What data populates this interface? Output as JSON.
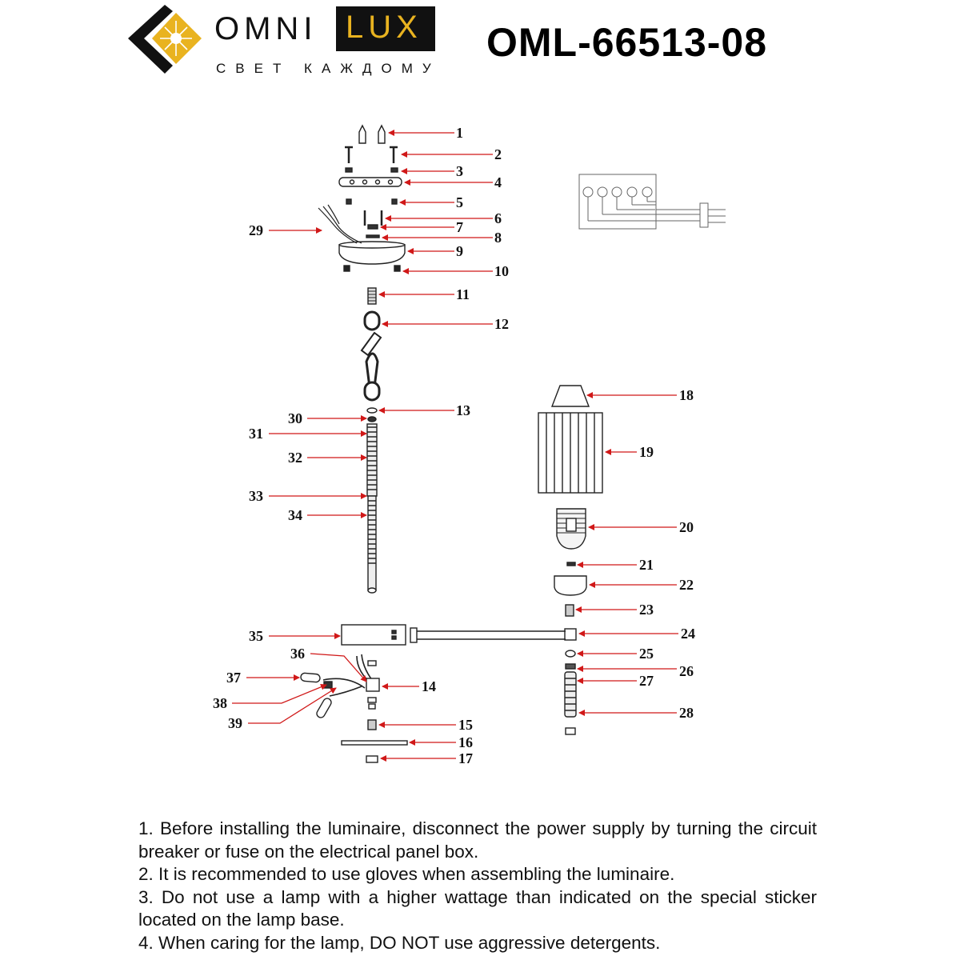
{
  "brand": {
    "name_part1": "OMNI",
    "name_part2": "LUX",
    "tagline": "СВЕТ КАЖДОМУ",
    "accent_color": "#e9b320",
    "logo_icon": "chevron-sun-logo-icon"
  },
  "model": "OML-66513-08",
  "callouts": [
    {
      "num": "1"
    },
    {
      "num": "2"
    },
    {
      "num": "3"
    },
    {
      "num": "4"
    },
    {
      "num": "5"
    },
    {
      "num": "6"
    },
    {
      "num": "7"
    },
    {
      "num": "8"
    },
    {
      "num": "9"
    },
    {
      "num": "10"
    },
    {
      "num": "11"
    },
    {
      "num": "12"
    },
    {
      "num": "13"
    },
    {
      "num": "14"
    },
    {
      "num": "15"
    },
    {
      "num": "16"
    },
    {
      "num": "17"
    },
    {
      "num": "18"
    },
    {
      "num": "19"
    },
    {
      "num": "20"
    },
    {
      "num": "21"
    },
    {
      "num": "22"
    },
    {
      "num": "23"
    },
    {
      "num": "24"
    },
    {
      "num": "25"
    },
    {
      "num": "26"
    },
    {
      "num": "27"
    },
    {
      "num": "28"
    },
    {
      "num": "29"
    },
    {
      "num": "30"
    },
    {
      "num": "31"
    },
    {
      "num": "32"
    },
    {
      "num": "33"
    },
    {
      "num": "34"
    },
    {
      "num": "35"
    },
    {
      "num": "36"
    },
    {
      "num": "37"
    },
    {
      "num": "38"
    },
    {
      "num": "39"
    }
  ],
  "arrow_color": "#d01818",
  "notes": [
    "1. Before installing the luminaire, disconnect the power supply by turning the circuit breaker or fuse on the electrical panel box.",
    "2. It is recommended to use gloves when assembling the luminaire.",
    "3. Do not use a lamp with a higher wattage than indicated on the special sticker located on the lamp base.",
    "4. When caring for the lamp, DO NOT use aggressive detergents."
  ]
}
